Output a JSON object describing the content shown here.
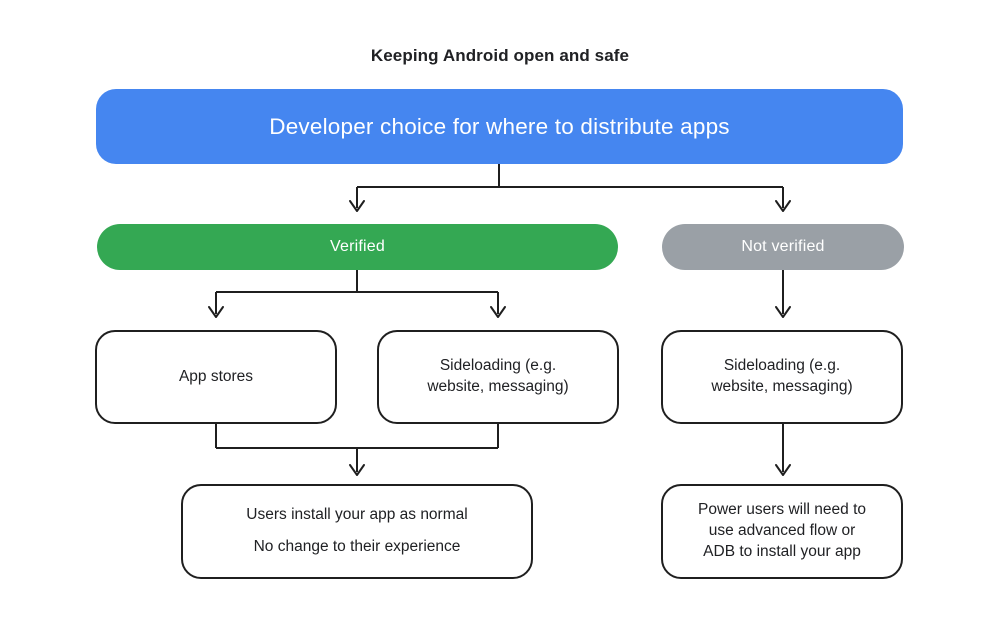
{
  "title": "Keeping Android open and safe",
  "colors": {
    "root_blue": "#4586f0",
    "verified_green": "#34a853",
    "not_verified_gray": "#9aa0a6",
    "connector_line": "#1f1f1f",
    "text_dark": "#202124",
    "node_text_light": "#ffffff",
    "background": "#ffffff"
  },
  "nodes": {
    "root": {
      "label": "Developer choice for where to distribute apps"
    },
    "verified": {
      "label": "Verified"
    },
    "not_verified": {
      "label": "Not verified"
    },
    "app_stores": {
      "label": "App stores"
    },
    "sideloading_verified": {
      "label": "Sideloading (e.g. website, messaging)",
      "lines": [
        "Sideloading (e.g.",
        "website, messaging)"
      ]
    },
    "sideloading_unverified": {
      "label": "Sideloading (e.g. website, messaging)",
      "lines": [
        "Sideloading (e.g.",
        "website, messaging)"
      ]
    },
    "users_install": {
      "lines": [
        "Users install your app as normal",
        "No change to their experience"
      ]
    },
    "power_users": {
      "label": "Power users will need to use advanced flow or ADB to install your app",
      "lines": [
        "Power users will need to",
        "use advanced flow or",
        "ADB to install your app"
      ]
    }
  }
}
